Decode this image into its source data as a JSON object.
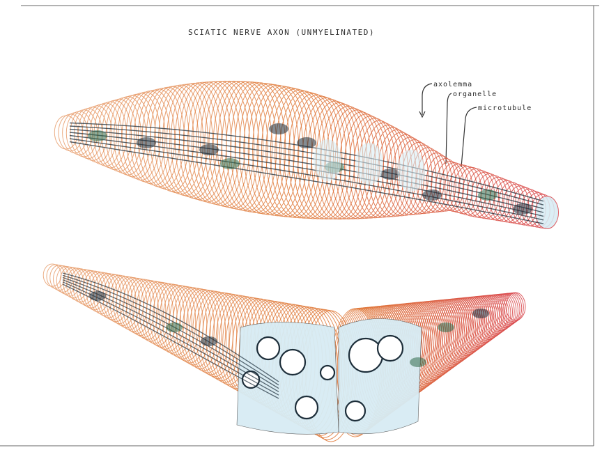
{
  "figure": {
    "title": "SCIATIC NERVE AXON (UNMYELINATED)",
    "labels": {
      "axolemma": "axolemma",
      "organelle": "organelle",
      "microtubule": "microtubule"
    },
    "colors": {
      "membrane_outer": "#e8a070",
      "membrane_red": "#d8444a",
      "membrane_orange": "#e07a3a",
      "interior_light": "#d7ecf4",
      "structure_dark": "#1d2e3a",
      "structure_green": "#2f6a4a",
      "frame_line": "#555555"
    }
  }
}
